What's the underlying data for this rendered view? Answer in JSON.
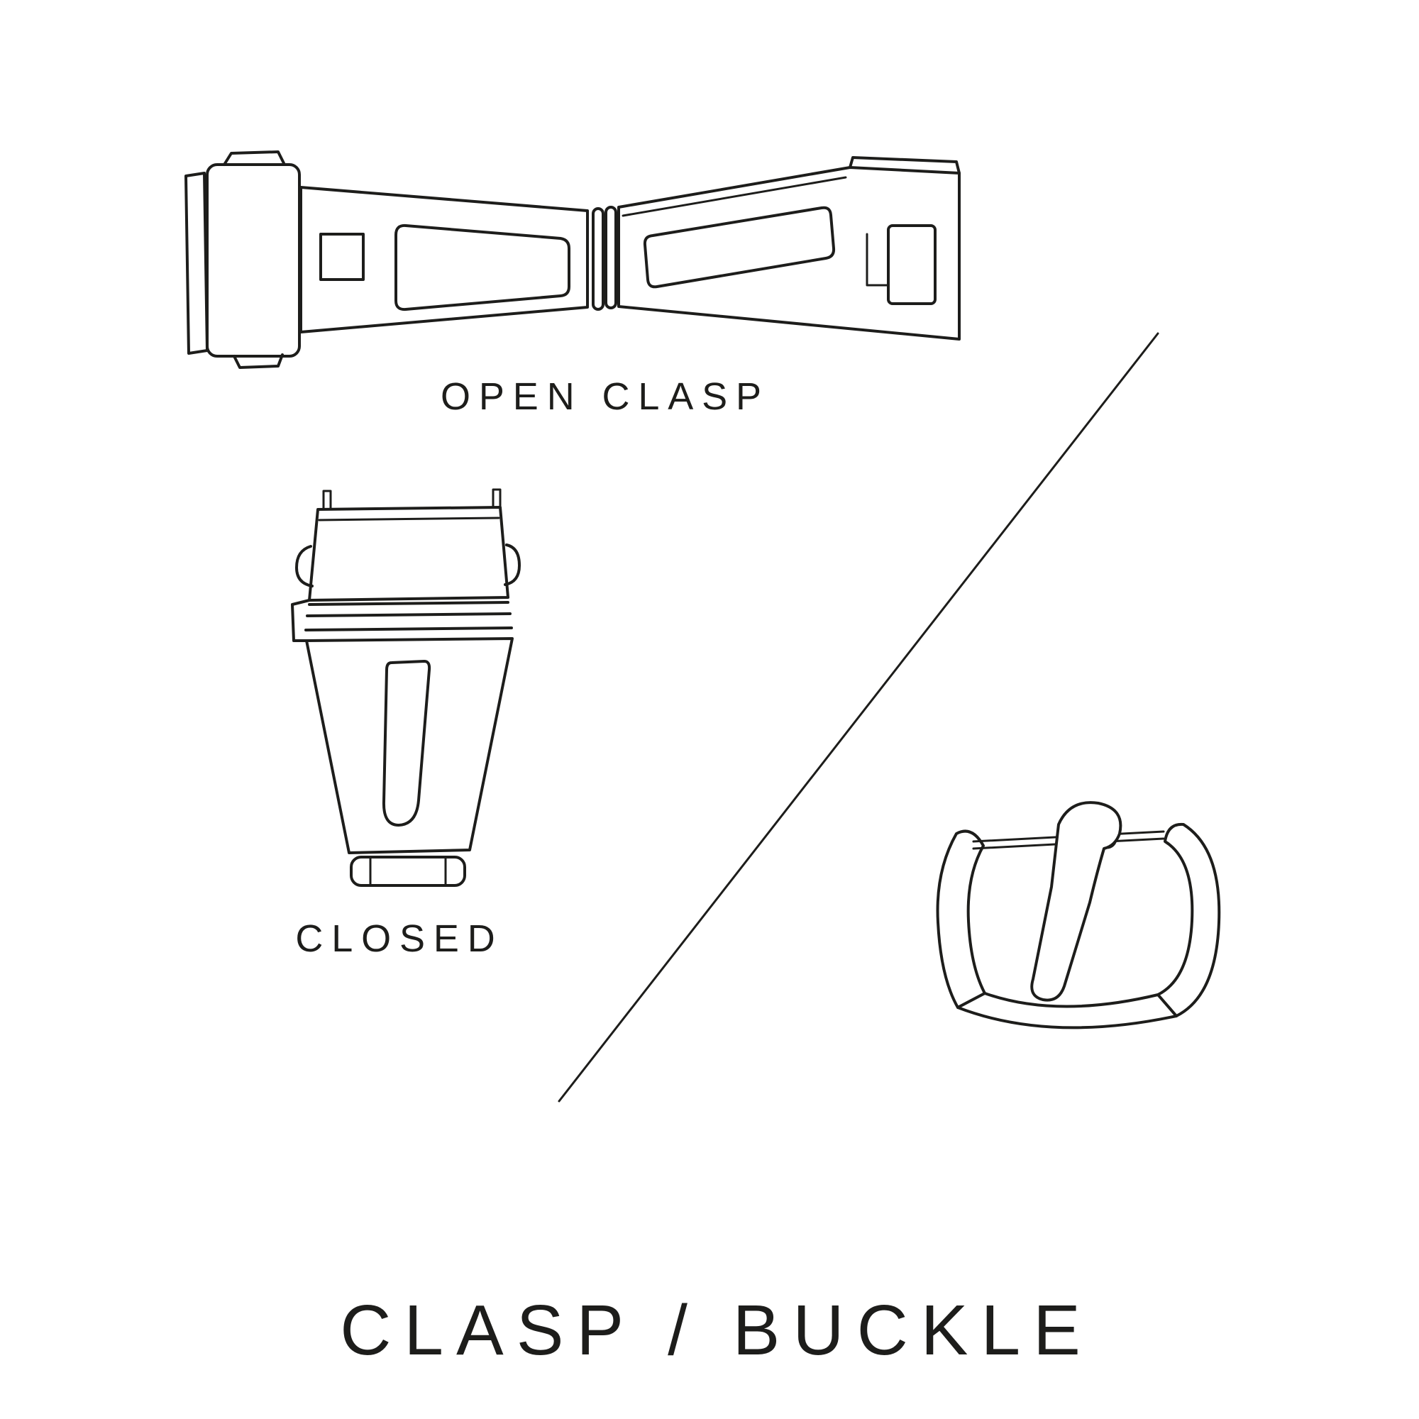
{
  "canvas": {
    "background": "#ffffff",
    "ink_color": "#1d1d1b"
  },
  "labels": {
    "open_clasp": "OPEN CLASP",
    "closed": "CLOSED"
  },
  "title": "CLASP / BUCKLE",
  "illustrations": [
    {
      "name": "open-clasp-drawing"
    },
    {
      "name": "closed-clasp-drawing"
    },
    {
      "name": "tang-buckle-drawing"
    },
    {
      "name": "diagonal-divider-line"
    }
  ]
}
